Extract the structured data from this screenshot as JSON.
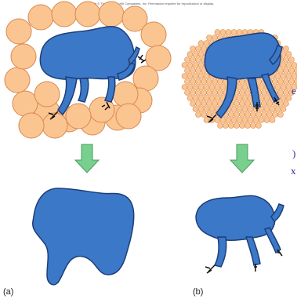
{
  "copyright": "Copyright © The McGraw-Hill Companies, Inc. Permission required for reproduction or display.",
  "panels": [
    {
      "label": "(a)"
    },
    {
      "label": "(b)"
    }
  ],
  "side_text": [
    "e",
    ")",
    "x"
  ],
  "colors": {
    "particle_fill": "#fbc592",
    "particle_stroke": "#d7894e",
    "shape_fill": "#3c78c8",
    "shape_stroke": "#1c3e78",
    "arrow_fill": "#79cf8e",
    "arrow_stroke": "#4a9e61",
    "side_text": "#2b2b9c"
  }
}
